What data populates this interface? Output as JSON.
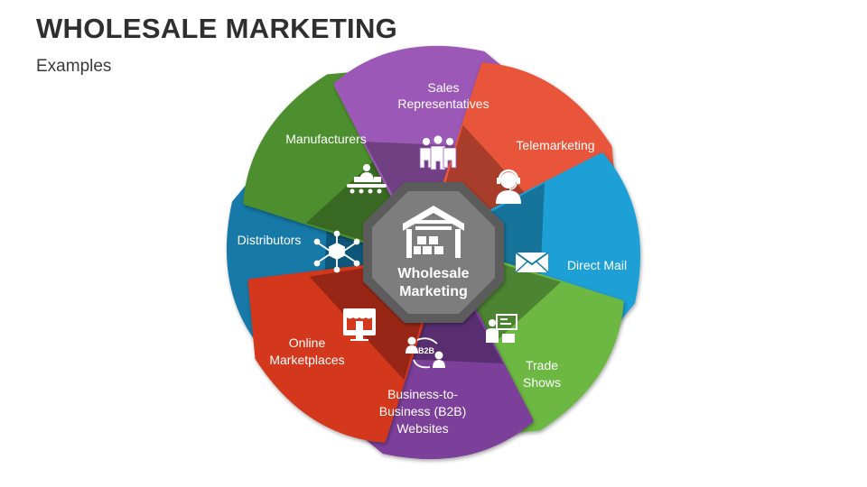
{
  "header": {
    "title": "WHOLESALE MARKETING",
    "subtitle": "Examples"
  },
  "center": {
    "line1": "Wholesale",
    "line2": "Marketing",
    "icon": "warehouse-icon"
  },
  "petals": [
    {
      "name": "sales-representatives",
      "lines": [
        "Sales",
        "Representatives"
      ],
      "color": "#9b59b6",
      "icon": "team-icon"
    },
    {
      "name": "telemarketing",
      "lines": [
        "Telemarketing"
      ],
      "color": "#e8553a",
      "icon": "headset-agent-icon"
    },
    {
      "name": "direct-mail",
      "lines": [
        "Direct Mail"
      ],
      "color": "#1ea0d6",
      "icon": "envelope-icon"
    },
    {
      "name": "trade-shows",
      "lines": [
        "Trade",
        "Shows"
      ],
      "color": "#6cb843",
      "icon": "presentation-icon"
    },
    {
      "name": "b2b-websites",
      "lines": [
        "Business-to-",
        "Business (B2B)",
        "Websites"
      ],
      "color": "#7b3f9a",
      "icon": "b2b-icon"
    },
    {
      "name": "online-marketplaces",
      "lines": [
        "Online",
        "Marketplaces"
      ],
      "color": "#d3381c",
      "icon": "storefront-icon"
    },
    {
      "name": "distributors",
      "lines": [
        "Distributors"
      ],
      "color": "#1679a8",
      "icon": "distribution-network-icon"
    },
    {
      "name": "manufacturers",
      "lines": [
        "Manufacturers"
      ],
      "color": "#4e8f2f",
      "icon": "conveyor-worker-icon"
    }
  ]
}
